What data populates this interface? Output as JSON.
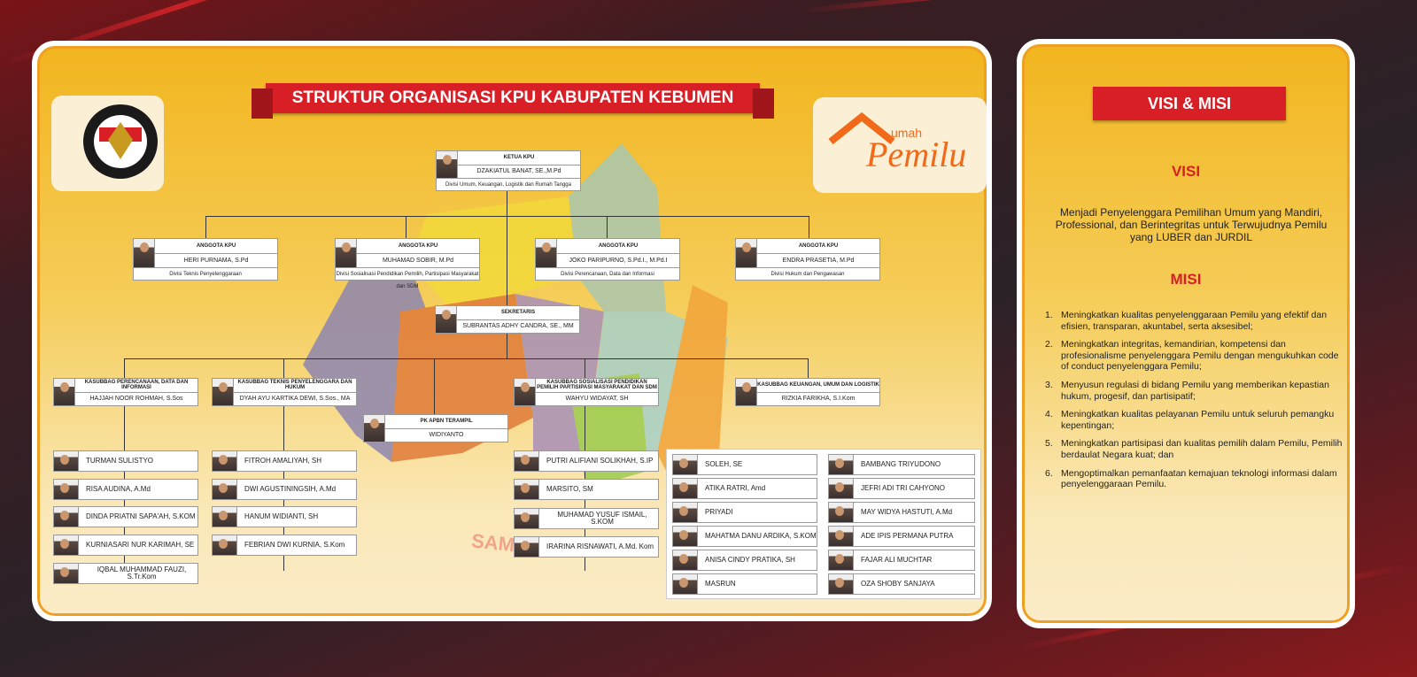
{
  "header": {
    "title": "STRUKTUR ORGANISASI KPU KABUPATEN KEBUMEN"
  },
  "logos": {
    "kpu": "KOMISI PEMILIHAN UMUM",
    "rumah_pemilu": "Rumah Pemilu"
  },
  "map_label": "SAMUDRA",
  "ketua": {
    "title": "KETUA KPU",
    "name": "DZAKIATUL BANAT, SE.,M.Pd",
    "division": "Divisi Umum, Keuangan, Logistik dan Rumah Tangga"
  },
  "anggota": [
    {
      "title": "ANGGOTA KPU",
      "name": "HERI PURNAMA, S.Pd",
      "division": "Divisi Teknis Penyelenggaraan"
    },
    {
      "title": "ANGGOTA KPU",
      "name": "MUHAMAD SOBIR, M.Pd",
      "division": "Divisi Sosialisasi Pendidikan Pemilih, Partisipasi Masyarakat dan SDM"
    },
    {
      "title": "ANGGOTA KPU",
      "name": "JOKO PARIPURNO, S.Pd.I., M.Pd.I",
      "division": "Divisi Perencanaan, Data dan Informasi"
    },
    {
      "title": "ANGGOTA KPU",
      "name": "ENDRA PRASETIA, M.Pd",
      "division": "Divisi Hukum dan Pengawasan"
    }
  ],
  "sekretaris": {
    "title": "SEKRETARIS",
    "name": "SUBRANTAS ADHY CANDRA, SE., MM"
  },
  "kasubbag": [
    {
      "title": "KASUBBAG PERENCANAAN, DATA DAN INFORMASI",
      "name": "HAJJAH NOOR ROHMAH, S.Sos"
    },
    {
      "title": "KASUBBAG TEKNIS PENYELENGGARA DAN HUKUM",
      "name": "DYAH AYU KARTIKA DEWI, S.Sos., MA"
    },
    {
      "title": "KASUBBAG SOSIALISASI PENDIDIKAN PEMILIH PARTISIPASI MASYARAKAT DAN SDM",
      "name": "WAHYU WIDAYAT, SH"
    },
    {
      "title": "KASUBBAG KEUANGAN, UMUM DAN LOGISTIK",
      "name": "RIZKIA FARIKHA, S.I.Kom"
    }
  ],
  "pk_apbn": {
    "title": "PK APBN TERAMPIL",
    "name": "WIDIYANTO"
  },
  "staff": {
    "perencanaan": [
      "TURMAN SULISTYO",
      "RISA AUDINA, A.Md",
      "DINDA PRIATNI SAPA'AH, S.KOM",
      "KURNIASARI NUR KARIMAH, SE",
      "IQBAL MUHAMMAD FAUZI, S.Tr.Kom"
    ],
    "teknis": [
      "FITROH AMALIYAH, SH",
      "DWI AGUSTININGSIH, A.Md",
      "HANUM WIDIANTI, SH",
      "FEBRIAN DWI KURNIA, S.Kom"
    ],
    "sosialisasi": [
      "PUTRI ALIFIANI SOLIKHAH, S.IP",
      "MARSITO, SM",
      "MUHAMAD YUSUF ISMAIL, S.KOM",
      "IRARINA RISNAWATI, A.Md. Kom"
    ],
    "keuangan_a": [
      "SOLEH, SE",
      "ATIKA RATRI, Amd",
      "PRIYADI",
      "MAHATMA DANU ARDIKA, S.KOM",
      "ANISA CINDY PRATIKA, SH",
      "MASRUN"
    ],
    "keuangan_b": [
      "BAMBANG TRIYUDONO",
      "JEFRI ADI TRI CAHYONO",
      "MAY WIDYA HASTUTI, A.Md",
      "ADE IPIS PERMANA PUTRA",
      "FAJAR ALI MUCHTAR",
      "OZA SHOBY SANJAYA"
    ]
  },
  "side": {
    "title": "VISI & MISI",
    "visi_heading": "VISI",
    "visi": "Menjadi Penyelenggara Pemilihan Umum yang Mandiri, Professional, dan Berintegritas untuk Terwujudnya Pemilu yang LUBER dan JURDIL",
    "misi_heading": "MISI",
    "misi": [
      {
        "n": "1.",
        "t": "Meningkatkan kualitas penyelenggaraan Pemilu yang efektif dan efisien, transparan, akuntabel, serta aksesibel;"
      },
      {
        "n": "2.",
        "t": "Meningkatkan integritas, kemandirian, kompetensi dan profesionalisme penyelenggara Pemilu dengan mengukuhkan code of conduct penyelenggara Pemilu;"
      },
      {
        "n": "3.",
        "t": "Menyusun regulasi di bidang Pemilu yang memberikan kepastian hukum, progesif, dan partisipatif;"
      },
      {
        "n": "4.",
        "t": "Meningkatkan kualitas pelayanan Pemilu untuk seluruh pemangku kepentingan;"
      },
      {
        "n": "5.",
        "t": "Meningkatkan partisipasi dan kualitas pemilih dalam Pemilu, Pemilih berdaulat Negara kuat; dan"
      },
      {
        "n": "6.",
        "t": "Mengoptimalkan pemanfaatan kemajuan teknologi informasi dalam penyelenggaraan Pemilu."
      }
    ]
  },
  "colors": {
    "accent": "#d81f26",
    "panel": "#f2b51e"
  }
}
